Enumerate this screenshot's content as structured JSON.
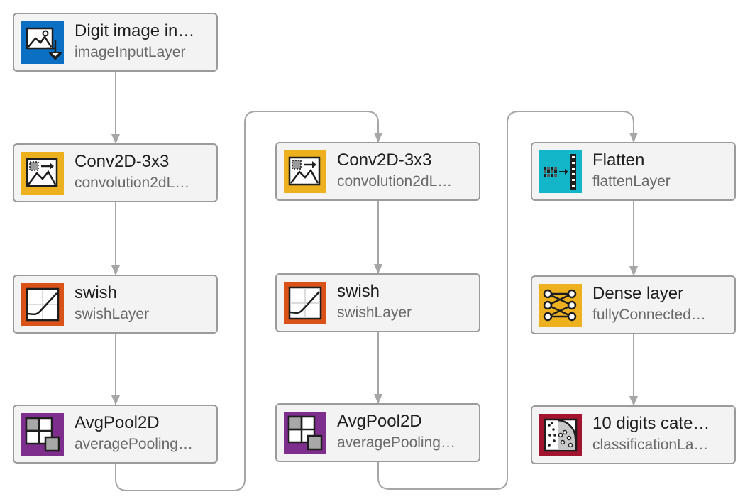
{
  "colors": {
    "input": "#0b6fc4",
    "convolution": "#edb120",
    "activation": "#d95319",
    "pooling": "#7e2f8e",
    "reshape": "#13b5c9",
    "dense": "#edb120",
    "output": "#a2142f",
    "node_fill": "#f3f3f3",
    "node_border": "#9b9b9b",
    "connector": "#a6a6a6"
  },
  "layers": [
    {
      "id": "input",
      "title": "Digit image in…",
      "type_label": "imageInputLayer",
      "icon": "image-input-icon",
      "category": "input"
    },
    {
      "id": "conv1",
      "title": "Conv2D-3x3",
      "type_label": "convolution2dL…",
      "icon": "convolution-icon",
      "category": "convolution"
    },
    {
      "id": "swish1",
      "title": "swish",
      "type_label": "swishLayer",
      "icon": "swish-curve-icon",
      "category": "activation"
    },
    {
      "id": "pool1",
      "title": "AvgPool2D",
      "type_label": "averagePooling…",
      "icon": "pooling-grid-icon",
      "category": "pooling"
    },
    {
      "id": "conv2",
      "title": "Conv2D-3x3",
      "type_label": "convolution2dL…",
      "icon": "convolution-icon",
      "category": "convolution"
    },
    {
      "id": "swish2",
      "title": "swish",
      "type_label": "swishLayer",
      "icon": "swish-curve-icon",
      "category": "activation"
    },
    {
      "id": "pool2",
      "title": "AvgPool2D",
      "type_label": "averagePooling…",
      "icon": "pooling-grid-icon",
      "category": "pooling"
    },
    {
      "id": "flatten",
      "title": "Flatten",
      "type_label": "flattenLayer",
      "icon": "flatten-icon",
      "category": "reshape"
    },
    {
      "id": "dense",
      "title": "Dense layer",
      "type_label": "fullyConnected…",
      "icon": "network-icon",
      "category": "dense"
    },
    {
      "id": "output",
      "title": "10 digits cate…",
      "type_label": "classificationLa…",
      "icon": "classification-icon",
      "category": "output"
    }
  ],
  "connections": [
    [
      "input",
      "conv1"
    ],
    [
      "conv1",
      "swish1"
    ],
    [
      "swish1",
      "pool1"
    ],
    [
      "pool1",
      "conv2"
    ],
    [
      "conv2",
      "swish2"
    ],
    [
      "swish2",
      "pool2"
    ],
    [
      "pool2",
      "flatten"
    ],
    [
      "flatten",
      "dense"
    ],
    [
      "dense",
      "output"
    ]
  ]
}
